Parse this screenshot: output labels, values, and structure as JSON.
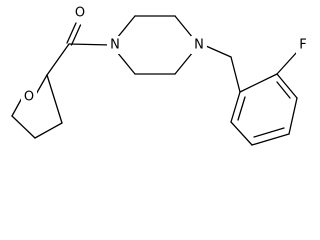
{
  "structure": {
    "atoms": {
      "carbonyl_oxygen": "O",
      "piperazine_n1": "N",
      "piperazine_n4": "N",
      "fluorine": "F",
      "thf_oxygen": "O"
    }
  }
}
